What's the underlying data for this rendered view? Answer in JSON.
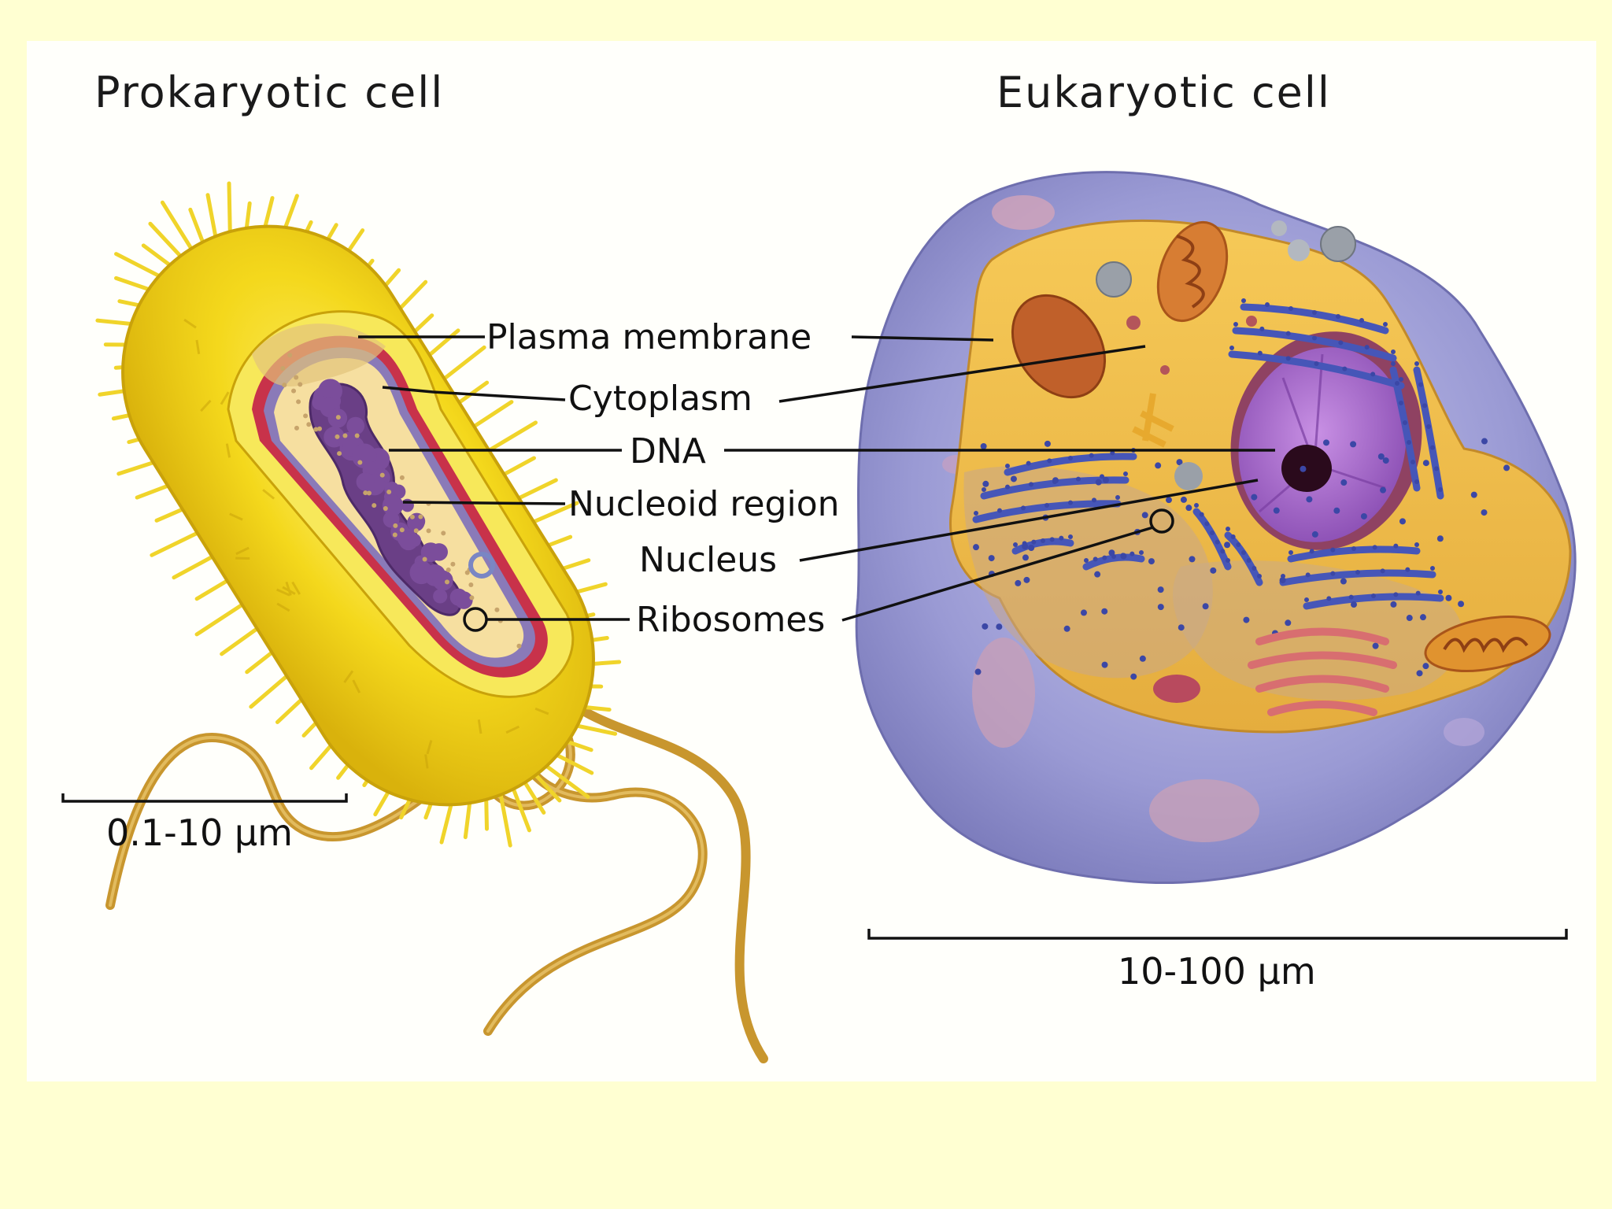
{
  "titles": {
    "prokaryote": "Prokaryotic cell",
    "eukaryote": "Eukaryotic cell"
  },
  "labels": {
    "plasma_membrane": "Plasma membrane",
    "cytoplasm": "Cytoplasm",
    "dna": "DNA",
    "nucleoid_region": "Nucleoid region",
    "nucleus": "Nucleus",
    "ribosomes": "Ribosomes"
  },
  "scale_bars": {
    "prokaryote": "0.1-10 µm",
    "eukaryote": "10-100 µm"
  },
  "colors": {
    "slide_background": "#ffffd2",
    "panel_background": "#fffffb",
    "bacterium_yellow": "#f2d81c",
    "cytoplasm_tan": "#f6dfa0",
    "membrane_red": "#c8324a",
    "nucleoid_purple": "#6a3f86",
    "flagella_brown": "#c8962e",
    "eukaryote_outer": "#9a9ad2",
    "eukaryote_cytoplasm": "#f0c35a",
    "nucleus_purple": "#a166c6",
    "er_blue": "#4656b8"
  }
}
